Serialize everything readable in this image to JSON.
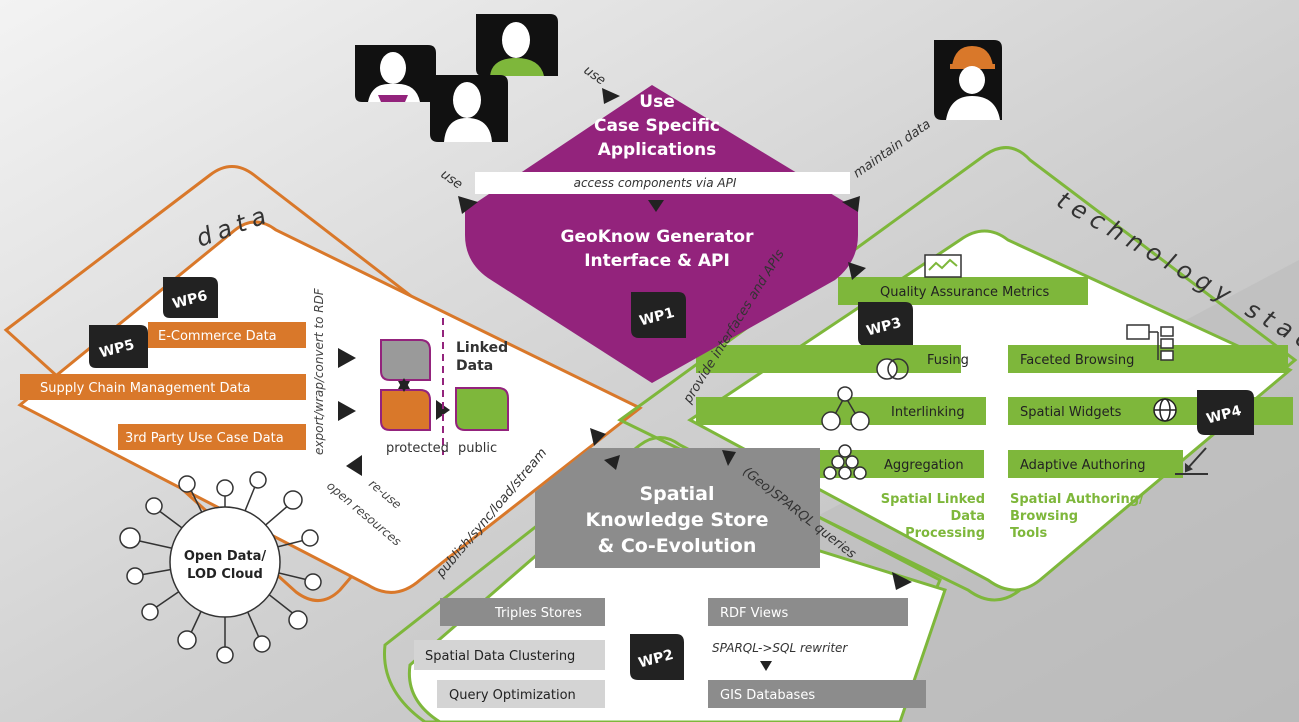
{
  "colors": {
    "purple": "#93237c",
    "orange": "#d9782a",
    "green": "#7eb73b",
    "green_dark": "#5e9a24",
    "gray": "#8c8c8c",
    "gray_light": "#d4d4d4",
    "ink": "#222222"
  },
  "apps": {
    "title_l1": "Use",
    "title_l2": "Case Specific",
    "title_l3": "Applications",
    "api_band": "access components via API",
    "gen_l1": "GeoKnow Generator",
    "gen_l2": "Interface & API",
    "wp": "WP1"
  },
  "edges": {
    "use_top": "use",
    "use_left": "use",
    "maintain": "maintain data",
    "provide": "provide interfaces and APIs",
    "publish": "publish/sync/load/stream",
    "geosparql": "(Geo)SPARQL queries",
    "export": "export/wrap/convert to RDF",
    "reuse_l1": "re-use",
    "reuse_l2": "open resources"
  },
  "data_panel": {
    "title": "data",
    "wp6": "WP6",
    "wp5": "WP5",
    "items": [
      "E-Commerce Data",
      "Supply Chain Management Data",
      "3rd Party Use Case Data"
    ],
    "linked_l1": "Linked",
    "linked_l2": "Data",
    "protected": "protected",
    "public": "public",
    "lod_l1": "Open Data/",
    "lod_l2": "LOD Cloud"
  },
  "tech": {
    "title": "technology stack",
    "qa": "Quality Assurance Metrics",
    "wp3": "WP3",
    "wp4": "WP4",
    "left_items": [
      "Fusing",
      "Interlinking",
      "Aggregation"
    ],
    "right_items": [
      "Faceted Browsing",
      "Spatial Widgets",
      "Adaptive Authoring"
    ],
    "left_caption": [
      "Spatial Linked",
      "Data",
      "Processing"
    ],
    "right_caption": [
      "Spatial Authoring/",
      "Browsing",
      "Tools"
    ]
  },
  "store": {
    "title_l1": "Spatial",
    "title_l2": "Knowledge Store",
    "title_l3": "& Co-Evolution",
    "wp": "WP2",
    "left_items": [
      "Triples Stores",
      "Spatial Data Clustering",
      "Query Optimization"
    ],
    "rdf_views": "RDF Views",
    "rewriter": "SPARQL->SQL rewriter",
    "gis": "GIS Databases"
  }
}
